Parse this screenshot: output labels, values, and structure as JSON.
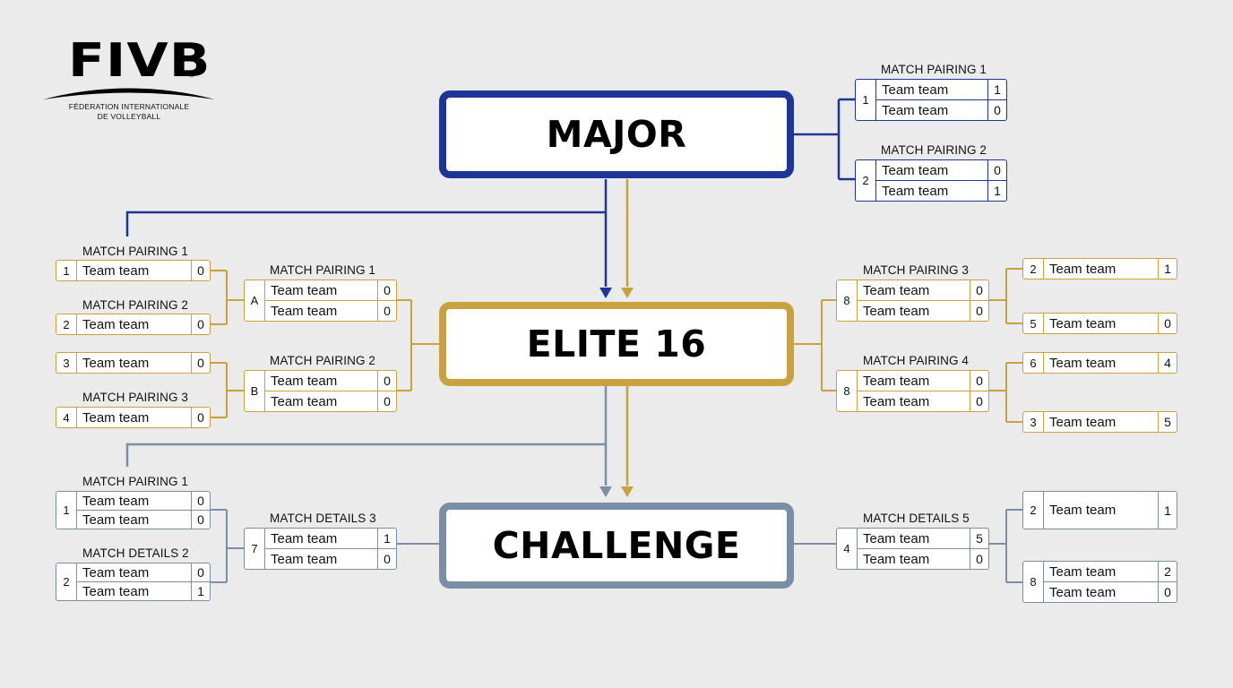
{
  "colors": {
    "major": "#1d3597",
    "elite": "#c7a23f",
    "challenge": "#7a8fa6",
    "background": "#ebebeb"
  },
  "logo": {
    "mark": "FIVB",
    "tm": "™",
    "line1": "FÉDERATION INTERNATIONALE",
    "line2": "DE VOLLEYBALL"
  },
  "stages": {
    "major": "MAJOR",
    "elite": "ELITE 16",
    "challenge": "CHALLENGE"
  },
  "labels": {
    "major_r1": "MATCH PAIRING 1",
    "major_r2": "MATCH PAIRING 2",
    "elite_l1": "MATCH PAIRING 1",
    "elite_l2": "MATCH PAIRING 2",
    "elite_l3": "MATCH PAIRING 3",
    "elite_lm1": "MATCH PAIRING 1",
    "elite_lm2": "MATCH PAIRING 2",
    "elite_r1": "MATCH PAIRING 3",
    "elite_r2": "MATCH PAIRING 4",
    "chal_l1": "MATCH PAIRING 1",
    "chal_l2": "MATCH DETAILS 2",
    "chal_lm": "MATCH DETAILS 3",
    "chal_r": "MATCH DETAILS 5"
  },
  "matches": {
    "major_r1": {
      "seed": "1",
      "teams": [
        {
          "name": "Team team",
          "score": "1"
        },
        {
          "name": "Team team",
          "score": "0"
        }
      ]
    },
    "major_r2": {
      "seed": "2",
      "teams": [
        {
          "name": "Team team",
          "score": "0"
        },
        {
          "name": "Team team",
          "score": "1"
        }
      ]
    },
    "elite_l1": {
      "seed": "1",
      "teams": [
        {
          "name": "Team team",
          "score": "0"
        }
      ]
    },
    "elite_l2": {
      "seed": "2",
      "teams": [
        {
          "name": "Team team",
          "score": "0"
        }
      ]
    },
    "elite_l3": {
      "seed": "3",
      "teams": [
        {
          "name": "Team team",
          "score": "0"
        }
      ]
    },
    "elite_l4": {
      "seed": "4",
      "teams": [
        {
          "name": "Team team",
          "score": "0"
        }
      ]
    },
    "elite_lmA": {
      "seed": "A",
      "teams": [
        {
          "name": "Team team",
          "score": "0"
        },
        {
          "name": "Team team",
          "score": "0"
        }
      ]
    },
    "elite_lmB": {
      "seed": "B",
      "teams": [
        {
          "name": "Team team",
          "score": "0"
        },
        {
          "name": "Team team",
          "score": "0"
        }
      ]
    },
    "elite_rm1": {
      "seed": "8",
      "teams": [
        {
          "name": "Team team",
          "score": "0"
        },
        {
          "name": "Team team",
          "score": "0"
        }
      ]
    },
    "elite_rm2": {
      "seed": "8",
      "teams": [
        {
          "name": "Team team",
          "score": "0"
        },
        {
          "name": "Team team",
          "score": "0"
        }
      ]
    },
    "elite_r1": {
      "seed": "2",
      "teams": [
        {
          "name": "Team team",
          "score": "1"
        }
      ]
    },
    "elite_r2": {
      "seed": "5",
      "teams": [
        {
          "name": "Team team",
          "score": "0"
        }
      ]
    },
    "elite_r3": {
      "seed": "6",
      "teams": [
        {
          "name": "Team team",
          "score": "4"
        }
      ]
    },
    "elite_r4": {
      "seed": "3",
      "teams": [
        {
          "name": "Team team",
          "score": "5"
        }
      ]
    },
    "chal_l1": {
      "seed": "1",
      "teams": [
        {
          "name": "Team team",
          "score": "0"
        },
        {
          "name": "Team team",
          "score": "0"
        }
      ]
    },
    "chal_l2": {
      "seed": "2",
      "teams": [
        {
          "name": "Team team",
          "score": "0"
        },
        {
          "name": "Team team",
          "score": "1"
        }
      ]
    },
    "chal_lm": {
      "seed": "7",
      "teams": [
        {
          "name": "Team team",
          "score": "1"
        },
        {
          "name": "Team team",
          "score": "0"
        }
      ]
    },
    "chal_rm": {
      "seed": "4",
      "teams": [
        {
          "name": "Team team",
          "score": "5"
        },
        {
          "name": "Team team",
          "score": "0"
        }
      ]
    },
    "chal_r1": {
      "seed": "2",
      "teams": [
        {
          "name": "Team team",
          "score": "1"
        }
      ]
    },
    "chal_r2": {
      "seed": "8",
      "teams": [
        {
          "name": "Team team",
          "score": "2"
        },
        {
          "name": "Team team",
          "score": "0"
        }
      ]
    }
  }
}
